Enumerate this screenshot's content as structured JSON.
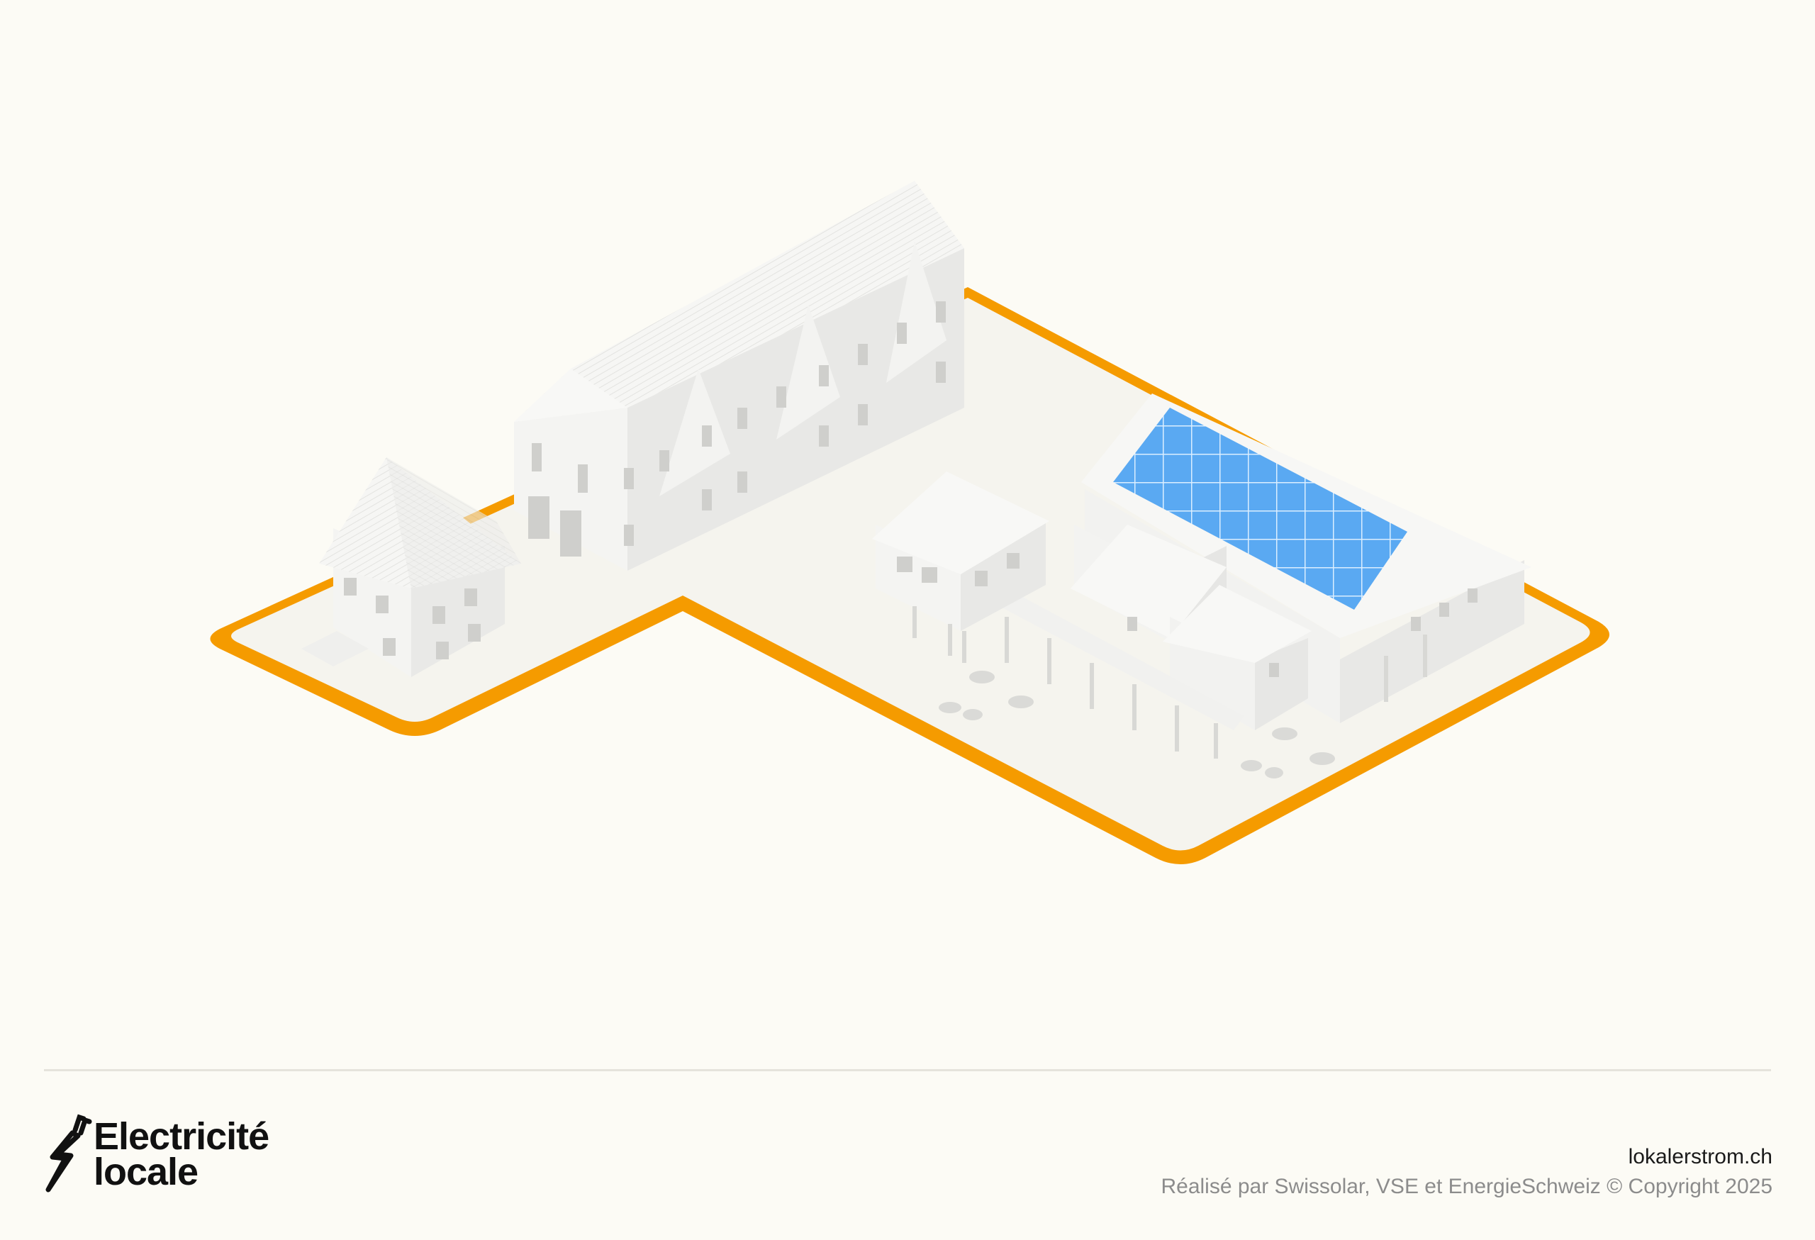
{
  "brand": {
    "line1": "Electricité",
    "line2": "locale",
    "icon": "lightning-plug-icon"
  },
  "footer": {
    "url": "lokalerstrom.ch",
    "credits": "Réalisé par Swissolar, VSE et EnergieSchweiz © Copyright 2025"
  },
  "colors": {
    "background": "#fcfbf5",
    "boundary": "#f59b00",
    "ground": "#f5f4ee",
    "building": "#f1f1ef",
    "solar": "#5aa9f2"
  }
}
